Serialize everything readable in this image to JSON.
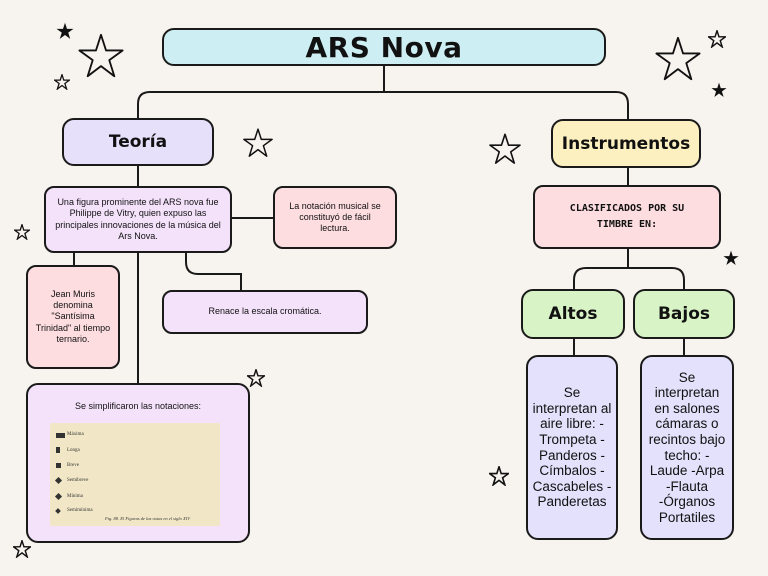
{
  "title": "ARS Nova",
  "teoria": {
    "label": "Teoría",
    "vitry_text": "Una figura prominente del ARS nova fue Philippe de Vitry, quien expuso las principales innovaciones de la música del Ars Nova.",
    "notacion_text": "La notación musical se constituyó de fácil lectura.",
    "muris_text": "Jean Muris denomina \"Santísima Trinidad\" al tiempo ternario.",
    "cromatica_text": "Renace la escala cromática.",
    "simplificaron_text": "Se simplificaron las notaciones:"
  },
  "notation_image": {
    "rows": [
      "Máxima",
      "Longa",
      "Breve",
      "Semibreve",
      "Mínima",
      "Semimínima"
    ],
    "caption": "Fig. 88. El Figuras de las notas en el siglo XIV"
  },
  "instrumentos": {
    "label": "Instrumentos",
    "clasificados_text": "CLASIFICADOS POR SU TIMBRE EN:",
    "altos_label": "Altos",
    "bajos_label": "Bajos",
    "altos_text": "Se interpretan al aire libre: -Trompeta -Panderos -Címbalos -Cascabeles -Panderetas",
    "bajos_text": "Se interpretan en salones cámaras o recintos bajo techo: - Laude -Arpa -Flauta -Órganos Portatiles"
  },
  "colors": {
    "title_fill": "#cdeef2",
    "teoria_fill": "#e6e0fb",
    "lilac_fill": "#f4e2fb",
    "pink_fill": "#fddde0",
    "instrumentos_fill": "#fdf0c0",
    "green_fill": "#d8f3c5",
    "lavender_fill": "#e3e1fb"
  }
}
